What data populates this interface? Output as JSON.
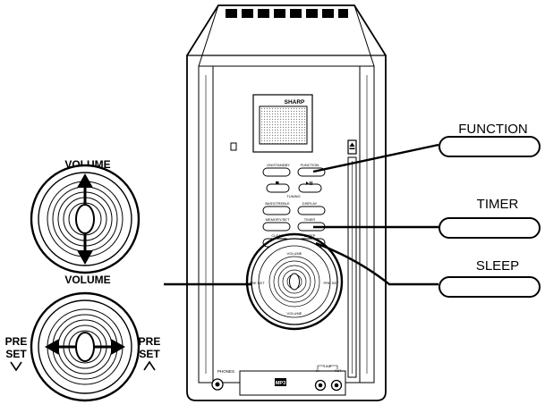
{
  "device": {
    "brand": "SHARP",
    "buttons": [
      "ON/STANDBY",
      "FUNCTION",
      "BASS/TREBLE",
      "DISPLAY",
      "MEMORY/SET",
      "TIMER",
      "CLEAR",
      "SLEEP"
    ],
    "tuning_label": "TUNING",
    "knob_label_top": "VOLUME",
    "knob_label_bottom": "VOLUME",
    "preset_left": "PRE SET",
    "preset_right": "PRE SET",
    "phones_label": "PHONES",
    "mp3_label": "MP3",
    "line_label": "LINE",
    "line_in": "IN",
    "line_out": "OUT"
  },
  "callouts": {
    "function": "FUNCTION",
    "timer": "TIMER",
    "sleep": "SLEEP"
  },
  "knob_detail": {
    "volume_top": "VOLUME",
    "volume_bottom": "VOLUME",
    "preset_left_1": "PRE",
    "preset_left_2": "SET",
    "preset_right_1": "PRE",
    "preset_right_2": "SET"
  }
}
